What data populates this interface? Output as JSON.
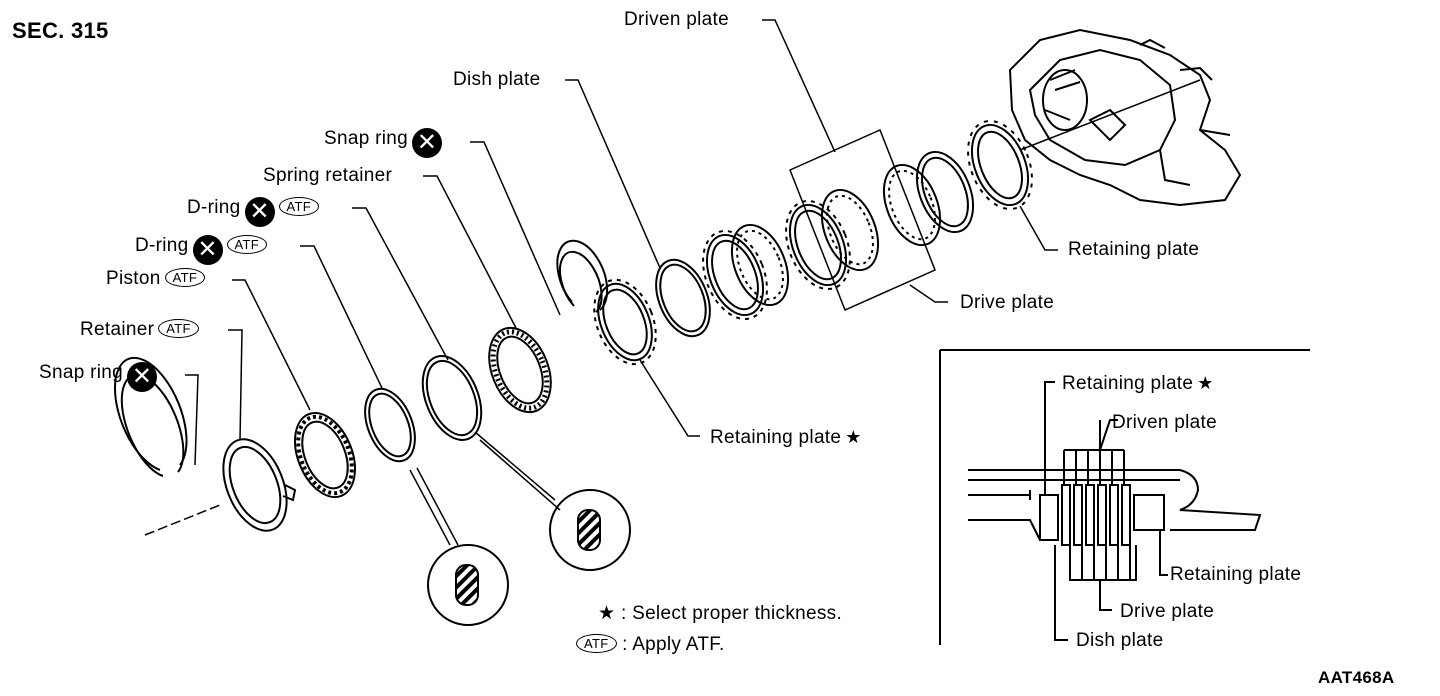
{
  "header": {
    "section": "SEC. 315"
  },
  "footer": {
    "code": "AAT468A"
  },
  "symbols": {
    "apply_atf": "ATF",
    "star": "★",
    "x_icon": "x-circle-icon"
  },
  "labels": {
    "driven_plate": "Driven plate",
    "dish_plate": "Dish plate",
    "snap_ring_top": "Snap ring",
    "spring_retainer": "Spring retainer",
    "d_ring_1": "D-ring",
    "d_ring_2": "D-ring",
    "piston": "Piston",
    "retainer": "Retainer",
    "snap_ring_bottom": "Snap ring",
    "retaining_plate_right": "Retaining plate",
    "drive_plate": "Drive plate",
    "retaining_plate_star": "Retaining plate"
  },
  "inset": {
    "retaining_plate_star": "Retaining plate",
    "driven_plate": "Driven plate",
    "retaining_plate": "Retaining plate",
    "drive_plate": "Drive plate",
    "dish_plate": "Dish plate"
  },
  "legend": {
    "star_symbol": "★",
    "star_text": ": Select proper thickness.",
    "atf_symbol": "ATF",
    "atf_text": ": Apply ATF."
  }
}
